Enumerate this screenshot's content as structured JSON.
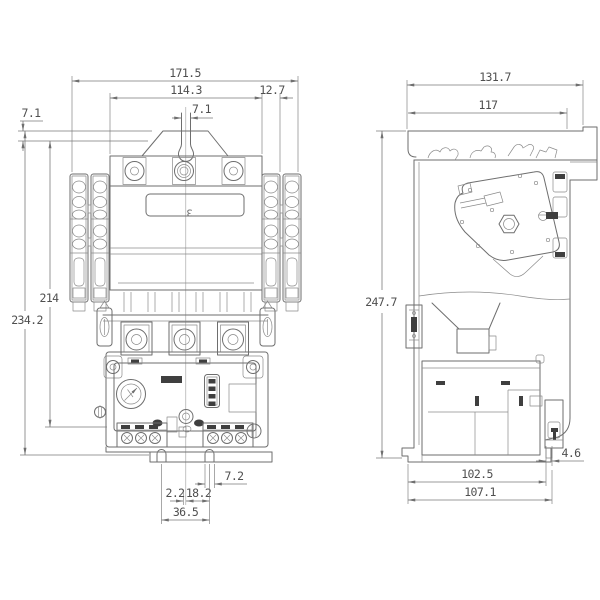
{
  "drawing_type": "dimensional-outline-drawing",
  "front_view": {
    "marking": "3",
    "dims": {
      "overall_width": "171.5",
      "body_width": "114.3",
      "aux_block_width": "12.7",
      "top_slot_width": "7.1",
      "bracket_offset": "7.1",
      "mounting_height": "214",
      "overall_height": "234.2",
      "foot_slot_width": "7.2",
      "center_offset": "2.2",
      "slot_center_offset": "18.2",
      "slot_spacing": "36.5"
    }
  },
  "side_view": {
    "dims": {
      "overall_depth": "131.7",
      "upper_depth": "117",
      "overall_height": "247.7",
      "clip_step": "4.6",
      "base_depth_inner": "102.5",
      "base_depth_overall": "107.1"
    }
  },
  "colors": {
    "line": "#6e6e6e",
    "dim": "#7a7a7a",
    "text": "#4f4f4f",
    "bg": "#ffffff"
  }
}
